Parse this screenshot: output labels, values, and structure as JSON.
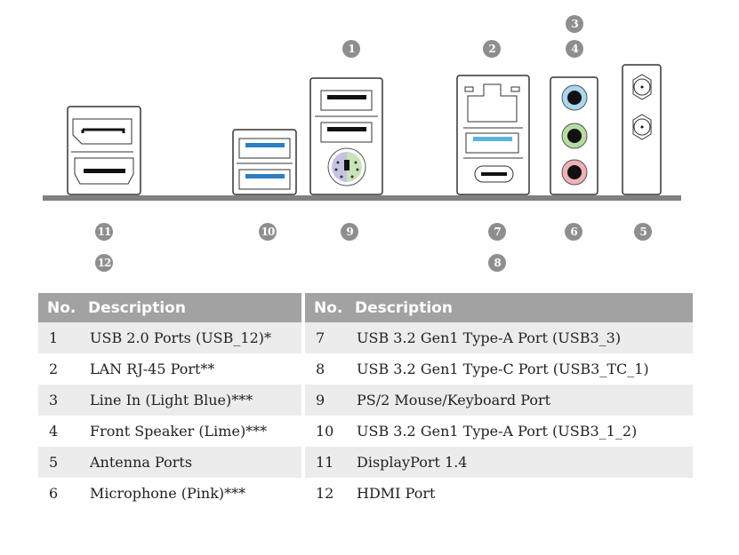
{
  "badges": {
    "b1": "1",
    "b2": "2",
    "b3": "3",
    "b4": "4",
    "b5": "5",
    "b6": "6",
    "b7": "7",
    "b8": "8",
    "b9": "9",
    "b10": "10",
    "b11": "11",
    "b12": "12"
  },
  "colors": {
    "badge": "#8e8e8e",
    "header": "#a2a2a2",
    "usb3_blue": "#2b7fc4",
    "line_in": "#a8d8f0",
    "front_speaker": "#b8dca0",
    "mic": "#f0b0b8"
  },
  "table": {
    "header": {
      "no": "No.",
      "description": "Description"
    },
    "left": [
      {
        "no": "1",
        "desc": "USB 2.0 Ports (USB_12)*"
      },
      {
        "no": "2",
        "desc": "LAN RJ-45 Port**"
      },
      {
        "no": "3",
        "desc": "Line In (Light Blue)***"
      },
      {
        "no": "4",
        "desc": "Front Speaker (Lime)***"
      },
      {
        "no": "5",
        "desc": "Antenna Ports"
      },
      {
        "no": "6",
        "desc": "Microphone (Pink)***"
      }
    ],
    "right": [
      {
        "no": "7",
        "desc": "USB 3.2 Gen1 Type-A Port (USB3_3)"
      },
      {
        "no": "8",
        "desc": "USB 3.2 Gen1 Type-C Port (USB3_TC_1)"
      },
      {
        "no": "9",
        "desc": "PS/2 Mouse/Keyboard Port"
      },
      {
        "no": "10",
        "desc": "USB 3.2 Gen1 Type-A Port (USB3_1_2)"
      },
      {
        "no": "11",
        "desc": "DisplayPort 1.4"
      },
      {
        "no": "12",
        "desc": "HDMI Port"
      }
    ]
  }
}
